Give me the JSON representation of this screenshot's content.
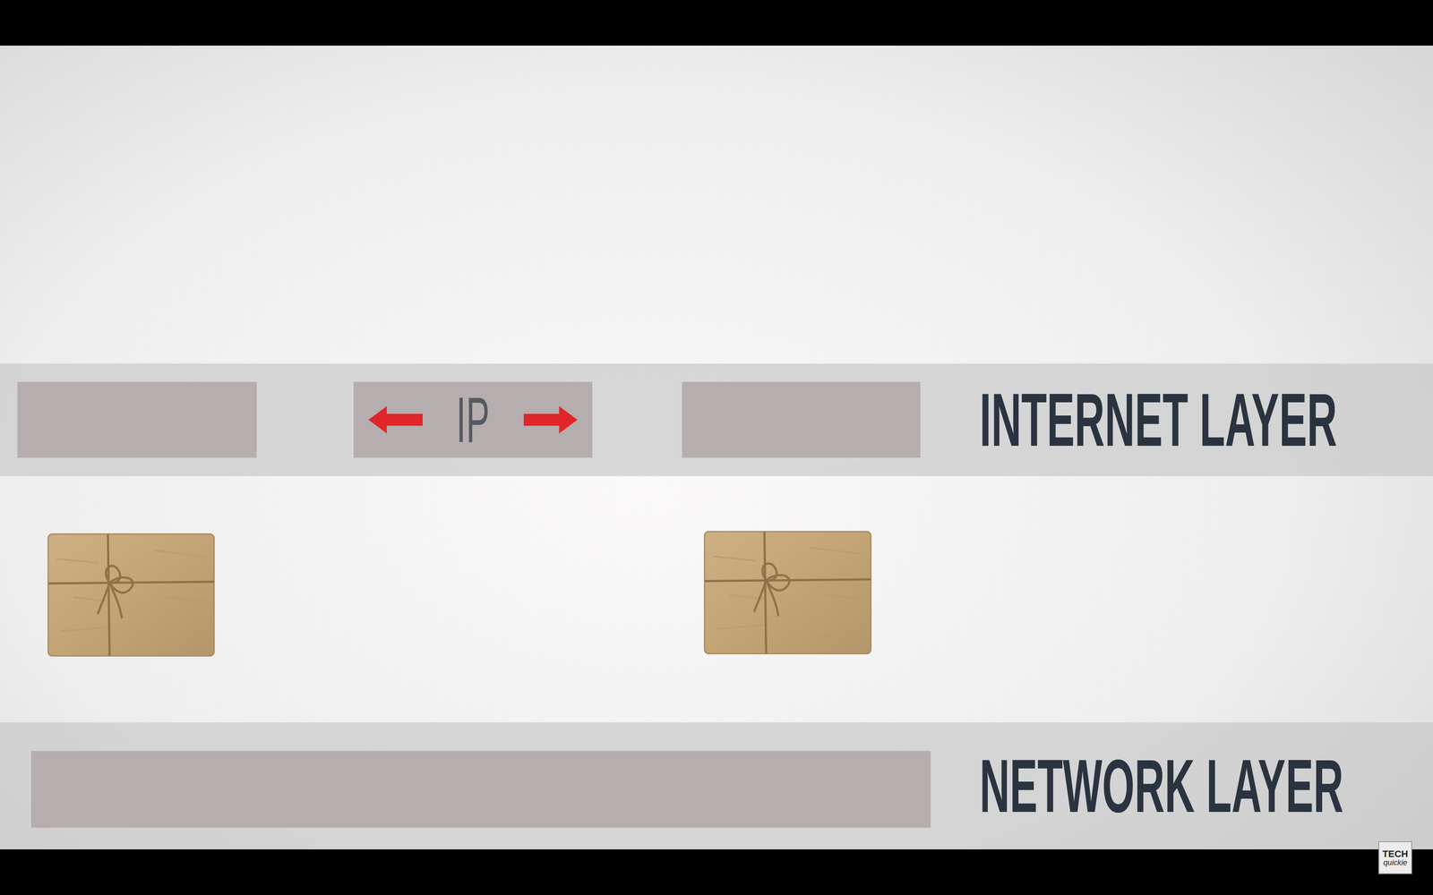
{
  "diagram": {
    "nodes": [
      {
        "text": [
          "INTERNET LAYER"
        ]
      },
      {
        "text": [
          "IP"
        ],
        "in": 0
      },
      {
        "text": [
          "NETWORK LAYER"
        ]
      }
    ],
    "labels": [
      "TECH",
      "quickie"
    ]
  }
}
